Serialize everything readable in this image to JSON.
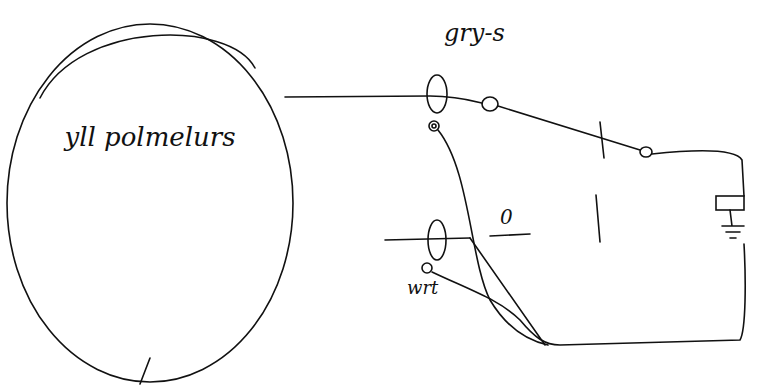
{
  "diagram": {
    "nodes": [
      {
        "text": [
          "yll polmelurs"
        ]
      }
    ],
    "labels": [
      "gry-s",
      "0",
      "wrt"
    ]
  }
}
